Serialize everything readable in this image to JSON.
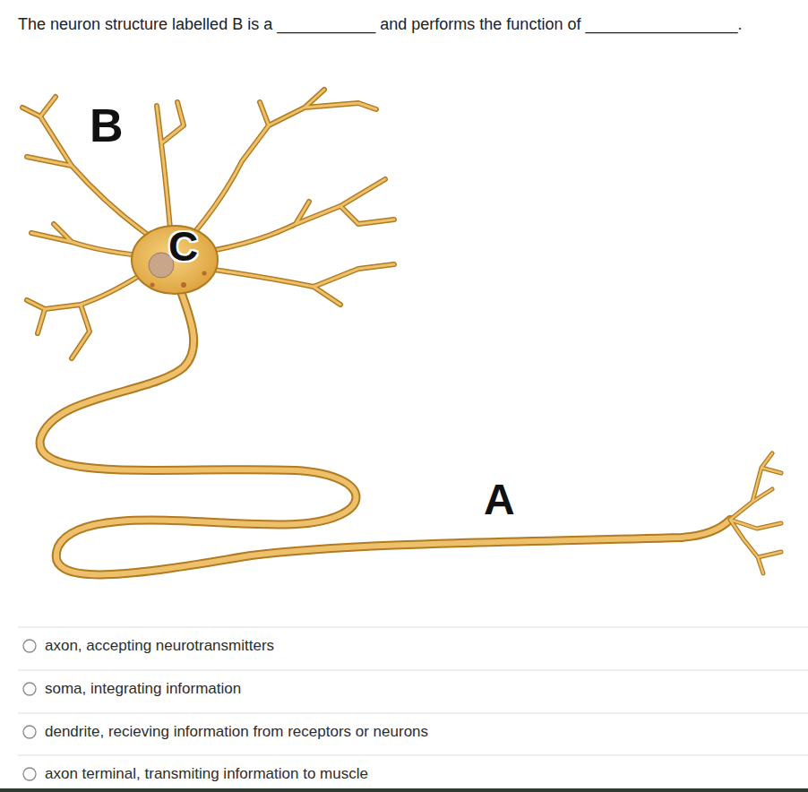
{
  "diagram": {
    "title": "The neuron structure labelled B is a ___________ and performs the function of _________________.",
    "labels": [
      "B",
      "C",
      "A",
      "axon, accepting neurotransmitters",
      "soma, integrating information",
      "dendrite, recieving information from receptors or neurons",
      "axon terminal, transmiting information to muscle"
    ]
  }
}
